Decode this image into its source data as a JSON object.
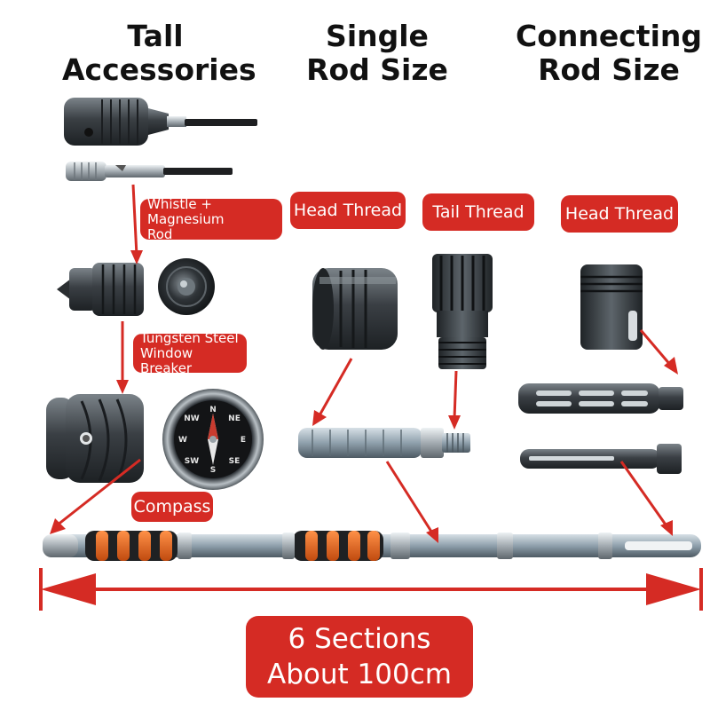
{
  "headings": {
    "tail_accessories": [
      "Tall",
      "Accessories"
    ],
    "single_rod_size": [
      "Single",
      "Rod Size"
    ],
    "connecting_rod_size": [
      "Connecting",
      "Rod Size"
    ]
  },
  "labels": {
    "whistle_rod": [
      "Whistle + Magnesium",
      "Rod"
    ],
    "window_breaker": [
      "Tungsten Steel",
      "Window Breaker"
    ],
    "compass": "Compass",
    "head_thread_single": "Head Thread",
    "tail_thread": "Tail Thread",
    "head_thread_connecting": "Head Thread"
  },
  "compass_face": {
    "markings": [
      "N",
      "NE",
      "E",
      "SE",
      "S",
      "SW",
      "W",
      "NW"
    ]
  },
  "banner": [
    "6 Sections",
    "About 100cm"
  ],
  "colors": {
    "accent_red": "#d52b24",
    "metal_dark": "#3a3f44",
    "metal_light": "#b8c0c6",
    "grip_orange": "#e8641c",
    "text_dark": "#111111"
  },
  "icons": [
    "whistle-rod-photo",
    "breaker-head-photo",
    "breaker-cap-photo",
    "end-cap-photo",
    "compass-photo",
    "head-thread-tube-photo",
    "tail-thread-photo",
    "single-rod-photo",
    "connecting-sleeve-photo",
    "connecting-tube-photo",
    "connecting-rod-photo",
    "full-assembled-rod-photo",
    "length-arrow"
  ]
}
